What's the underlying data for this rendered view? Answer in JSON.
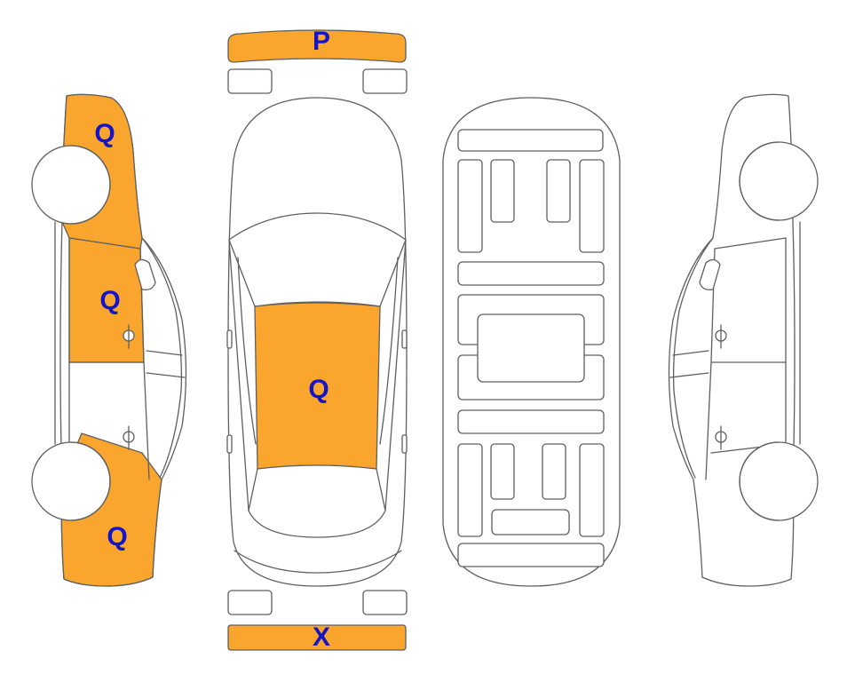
{
  "colors": {
    "damage_fill": "#FAA52E",
    "code_text": "#1515C8",
    "outline": "#5F5F5F"
  },
  "codes": {
    "front_bumper": "P",
    "rear_bumper": "X",
    "roof": "Q",
    "left_front_fender": "Q",
    "left_front_door": "Q",
    "left_rear_quarter": "Q"
  }
}
